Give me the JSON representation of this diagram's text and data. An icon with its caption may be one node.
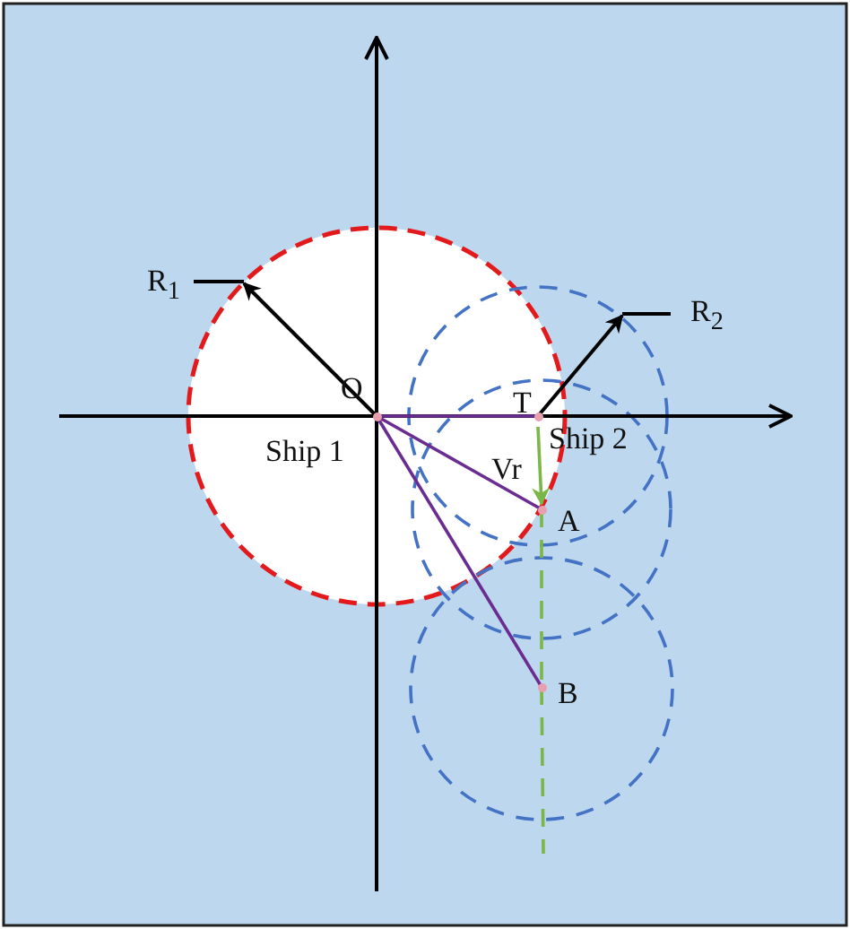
{
  "diagram": {
    "nodes": [
      {
        "text": [
          "O"
        ]
      },
      {
        "text": [
          "T"
        ]
      },
      {
        "text": [
          "A"
        ]
      },
      {
        "text": [
          "B"
        ]
      }
    ],
    "edges": [
      {
        "from": 0,
        "to": 1,
        "arrow": "none"
      },
      {
        "from": 0,
        "to": 2,
        "arrow": "none"
      },
      {
        "from": 0,
        "to": 3,
        "arrow": "none"
      },
      {
        "from": 1,
        "to": 2,
        "arrow": "to",
        "label": "Vr",
        "color": "#7ab648"
      },
      {
        "from": 2,
        "to": 3,
        "arrow": "none",
        "style": "dashed",
        "color": "#7ab648"
      },
      {
        "from": 3,
        "to": null,
        "arrow": "none",
        "style": "dashed",
        "color": "#7ab648"
      }
    ],
    "labels": [
      "R$_{1}$",
      "R$_{2}$",
      "Ship 1",
      "Ship 2"
    ]
  }
}
